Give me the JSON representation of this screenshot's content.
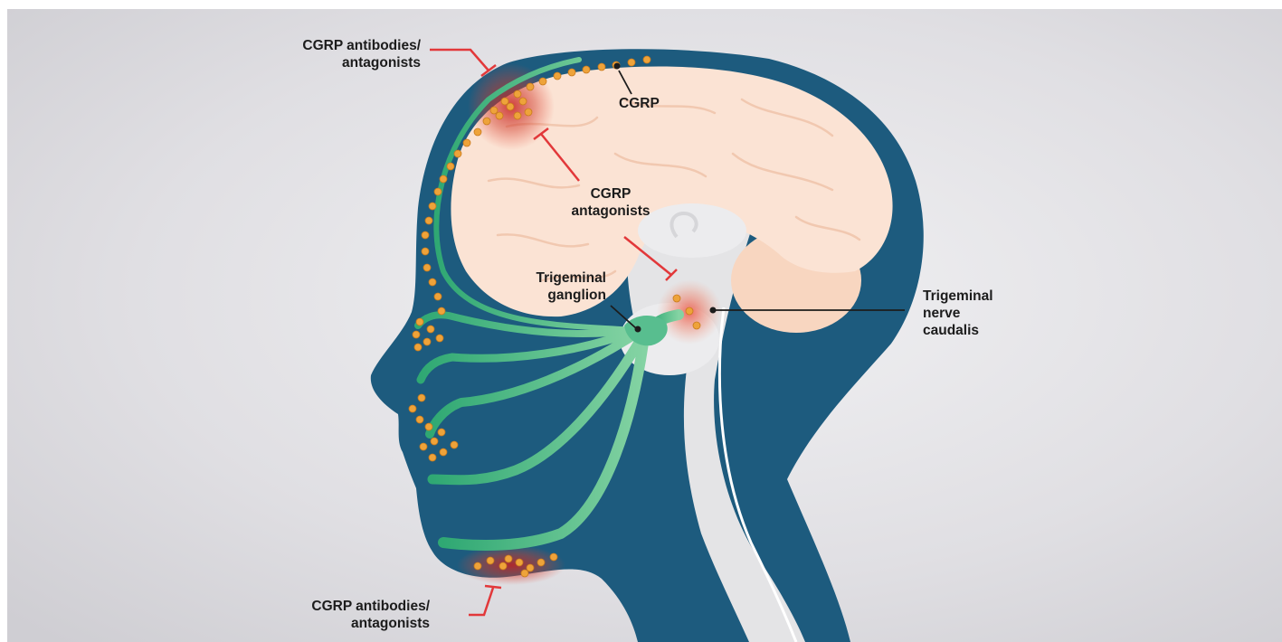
{
  "labels": {
    "antibodies_top": [
      "CGRP antibodies/",
      "antagonists"
    ],
    "cgrp": "CGRP",
    "antagonists_mid": [
      "CGRP",
      "antagonists"
    ],
    "ganglion": [
      "Trigeminal",
      "ganglion"
    ],
    "caudalis": [
      "Trigeminal",
      "nerve",
      "caudalis"
    ],
    "antibodies_bottom": [
      "CGRP antibodies/",
      "antagonists"
    ]
  },
  "colors": {
    "head": "#1d5b7e",
    "brain": "#fbe3d4",
    "brainstem": "#e4e4e6",
    "nerve": "#45b889",
    "cgrp_dot": "#eea33a",
    "inhibitor_line": "#e2383a",
    "leader_line": "#1c1c1c"
  },
  "icons": {
    "cgrp_particle": "dot",
    "inhibitor": "t-bar",
    "inflammation": "glow"
  }
}
